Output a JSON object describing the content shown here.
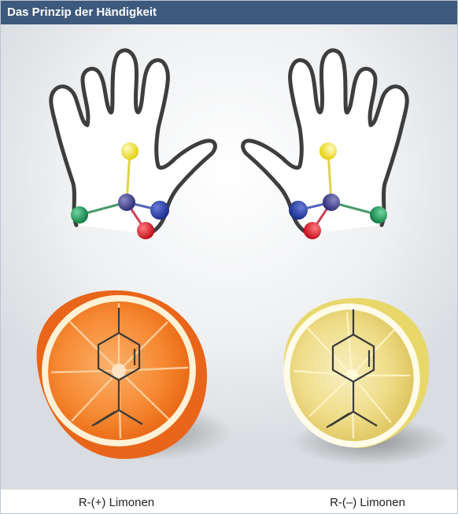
{
  "header": {
    "title": "Das Prinzip der Händigkeit"
  },
  "captions": {
    "left": "R-(+) Limonen",
    "right": "R-(–) Limonen"
  },
  "colors": {
    "header_bg": "#3d5a7d",
    "atom_top": "#f2e11a",
    "atom_center": "#3c3a8c",
    "atom_side": "#1a2f8f",
    "atom_bottom": "#cc1020",
    "atom_outer": "#16854a",
    "orange": "#f07a22",
    "lemon": "#f3e49a"
  },
  "icons": {
    "left_hand": "left-hand-outline-icon",
    "right_hand": "right-hand-outline-icon",
    "orange": "orange-half-icon",
    "lemon": "lemon-half-icon"
  }
}
